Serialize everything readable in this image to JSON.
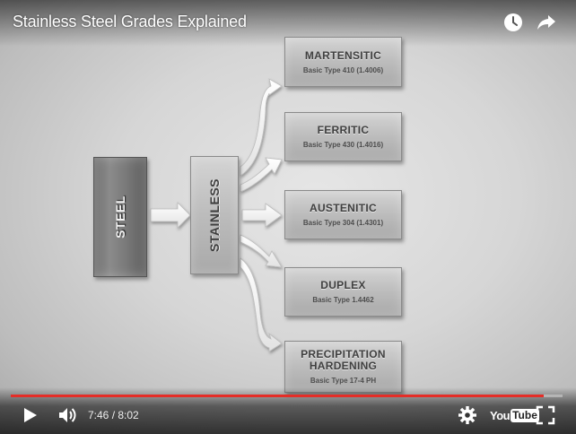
{
  "video": {
    "title": "Stainless Steel Grades Explained",
    "current_time": "7:46",
    "duration": "8:02",
    "time_display": "7:46 / 8:02",
    "progress_fraction": 0.966
  },
  "diagram": {
    "source_block": "STEEL",
    "middle_block": "STAINLESS",
    "grades": [
      {
        "name": "MARTENSITIC",
        "basic_type": "Basic Type 410 (1.4006)"
      },
      {
        "name": "FERRITIC",
        "basic_type": "Basic Type 430 (1.4016)"
      },
      {
        "name": "AUSTENITIC",
        "basic_type": "Basic Type 304 (1.4301)"
      },
      {
        "name": "DUPLEX",
        "basic_type": "Basic Type 1.4462"
      },
      {
        "name": "PRECIPITATION HARDENING",
        "basic_type": "Basic Type 17-4 PH"
      }
    ]
  },
  "controls": {
    "youtube_logo_you": "You",
    "youtube_logo_tube": "Tube",
    "accent_color": "#e52d27",
    "icons": [
      "play-icon",
      "volume-icon",
      "gear-icon",
      "fullscreen-icon",
      "clock-icon",
      "share-icon"
    ]
  }
}
